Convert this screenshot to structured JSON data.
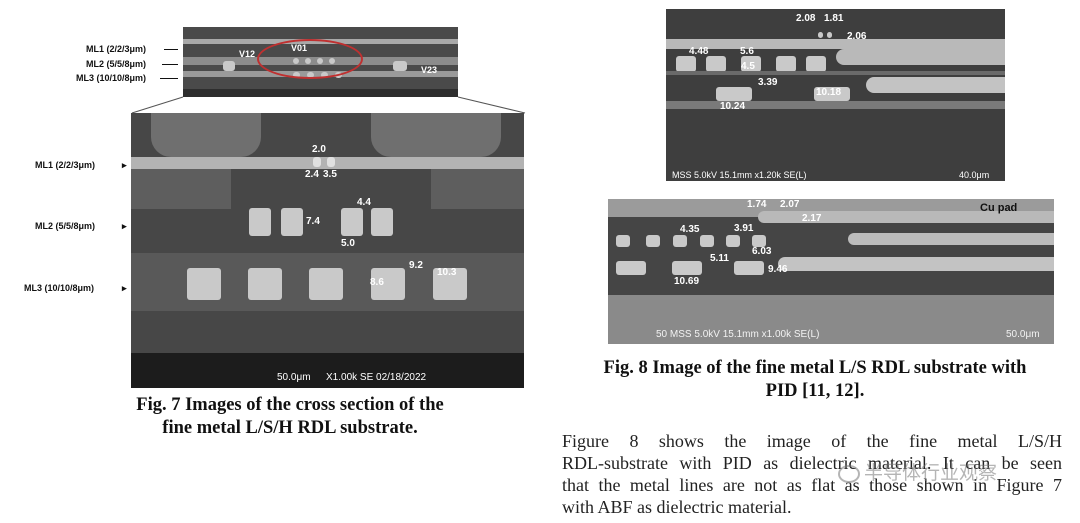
{
  "fig7": {
    "overview_layers": [
      "ML1 (2/2/3μm)",
      "ML2 (5/5/8μm)",
      "ML3 (10/10/8μm)"
    ],
    "vias": [
      "V12",
      "V01",
      "V23"
    ],
    "main_layers": [
      "ML1 (2/2/3μm)",
      "ML2 (5/5/8μm)",
      "ML3 (10/10/8μm)"
    ],
    "measurements": {
      "ml1_top": "2.0",
      "ml1_left": "2.4",
      "ml1_right": "3.5",
      "ml2_space": "4.4",
      "ml2_height": "7.4",
      "ml2_width": "5.0",
      "ml3_space": "9.2",
      "ml3_width": "10.3",
      "ml3_height": "8.6"
    },
    "scale_bar": "50.0μm",
    "info_bar": "X1.00k SE 02/18/2022",
    "caption_line1": "Fig. 7 Images of the cross section of the",
    "caption_line2": "fine metal L/S/H RDL substrate."
  },
  "fig8": {
    "top_image": {
      "labels": [
        "2.08",
        "1.81",
        "2.06",
        "4.48",
        "5.6",
        "4.5",
        "3.39",
        "10.24",
        "10.18"
      ],
      "info_bar": "MSS 5.0kV 15.1mm x1.20k SE(L)",
      "scale_bar": "40.0μm"
    },
    "bottom_image": {
      "labels": [
        "1.74",
        "2.07",
        "2.17",
        "4.35",
        "3.91",
        "6.03",
        "5.11",
        "9.46",
        "10.69"
      ],
      "cu_pad": "Cu pad",
      "info_bar": "50 MSS 5.0kV 15.1mm x1.00k SE(L)",
      "scale_bar": "50.0μm"
    },
    "caption_line1": "Fig. 8 Image of the fine metal L/S RDL substrate with",
    "caption_line2": "PID [11, 12]."
  },
  "paragraph": {
    "line1": "Figure 8 shows the image of the fine metal L/S/H",
    "line2": "RDL-substrate with PID as dielectric material. It can be seen",
    "line3": "that the metal lines are not as flat as those shown in Figure 7",
    "line4": "with ABF as dielectric material."
  },
  "watermark": "半导体行业观察"
}
